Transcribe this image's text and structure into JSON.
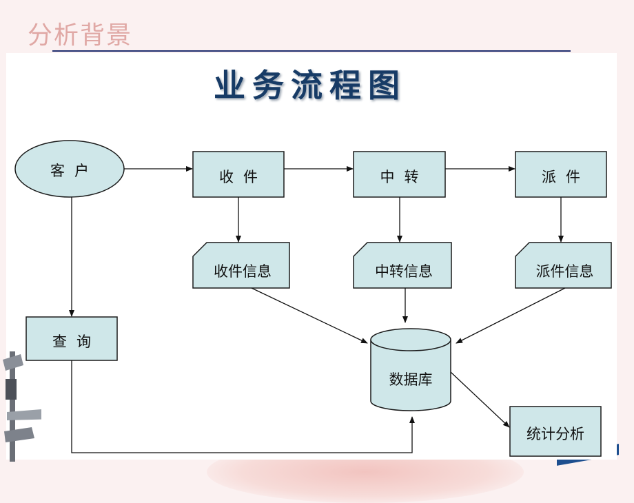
{
  "slide": {
    "section_title": "分析背景"
  },
  "diagram": {
    "title": "业务流程图",
    "nodes": {
      "customer": "客户",
      "receive": "收件",
      "transfer": "中转",
      "dispatch": "派件",
      "receive_info": "收件信息",
      "transfer_info": "中转信息",
      "dispatch_info": "派件信息",
      "query": "查询",
      "database": "数据库",
      "statistics": "统计分析"
    },
    "colors": {
      "node_fill": "#cfe7e9",
      "node_stroke": "#1a1a1a",
      "title": "#173b66",
      "section_title": "#e0a8a5"
    }
  }
}
